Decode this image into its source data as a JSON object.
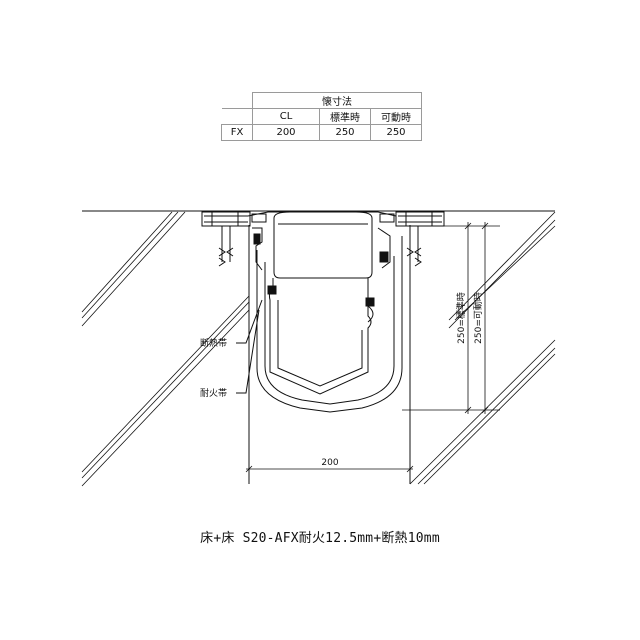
{
  "table": {
    "title": "懐寸法",
    "headers": [
      "CL",
      "標準時",
      "可動時"
    ],
    "row_label": "FX",
    "values": [
      "200",
      "250",
      "250"
    ]
  },
  "labels": {
    "insulation_band": "断熱帯",
    "fire_band": "耐火帯"
  },
  "dimensions": {
    "width": "200",
    "standard_depth": "250=標準時",
    "movable_depth": "250=可動時"
  },
  "caption": "床+床 S20-AFX耐火12.5mm+断熱10mm"
}
